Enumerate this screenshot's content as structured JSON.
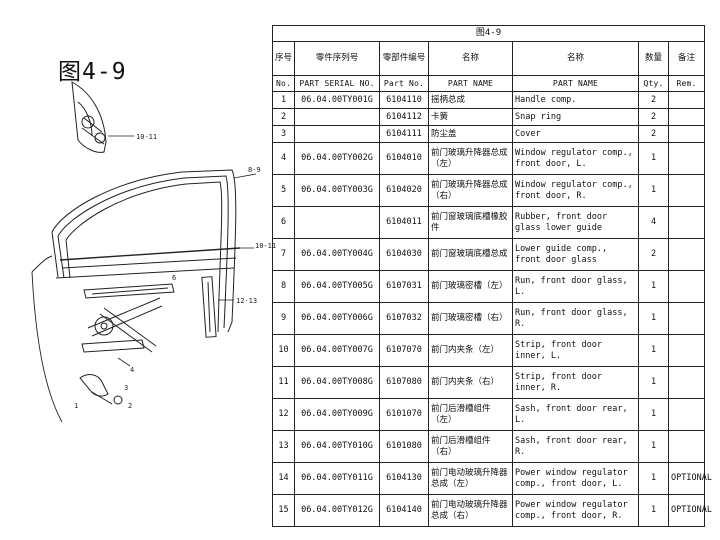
{
  "figure_label": "图4-9",
  "table": {
    "title": "图4-9",
    "header_cn": [
      "序号",
      "零件序列号",
      "零部件编号",
      "名称",
      "名称",
      "数量",
      "备注"
    ],
    "header_en": [
      "No.",
      "PART SERIAL NO.",
      "Part No.",
      "PART NAME",
      "PART NAME",
      "Qty.",
      "Rem."
    ],
    "rows": [
      {
        "no": "1",
        "serial": "06.04.00TY001G",
        "part": "6104110",
        "cn": "摇柄总成",
        "en": "Handle comp.",
        "qty": "2",
        "rem": ""
      },
      {
        "no": "2",
        "serial": "",
        "part": "6104112",
        "cn": "卡簧",
        "en": "Snap ring",
        "qty": "2",
        "rem": ""
      },
      {
        "no": "3",
        "serial": "",
        "part": "6104111",
        "cn": "防尘盖",
        "en": "Cover",
        "qty": "2",
        "rem": ""
      },
      {
        "no": "4",
        "serial": "06.04.00TY002G",
        "part": "6104010",
        "cn": "前门玻璃升降器总成（左）",
        "en": "Window regulator comp., front door, L.",
        "qty": "1",
        "rem": ""
      },
      {
        "no": "5",
        "serial": "06.04.00TY003G",
        "part": "6104020",
        "cn": "前门玻璃升降器总成（右）",
        "en": "Window regulator comp., front door, R.",
        "qty": "1",
        "rem": ""
      },
      {
        "no": "6",
        "serial": "",
        "part": "6104011",
        "cn": "前门窗玻璃底槽橡胶件",
        "en": "Rubber, front door glass lower guide",
        "qty": "4",
        "rem": ""
      },
      {
        "no": "7",
        "serial": "06.04.00TY004G",
        "part": "6104030",
        "cn": "前门窗玻璃底槽总成",
        "en": "Lower guide comp., front door glass",
        "qty": "2",
        "rem": ""
      },
      {
        "no": "8",
        "serial": "06.04.00TY005G",
        "part": "6107031",
        "cn": "前门玻璃密槽（左）",
        "en": "Run, front door glass, L.",
        "qty": "1",
        "rem": ""
      },
      {
        "no": "9",
        "serial": "06.04.00TY006G",
        "part": "6107032",
        "cn": "前门玻璃密槽（右）",
        "en": "Run, front door glass, R.",
        "qty": "1",
        "rem": ""
      },
      {
        "no": "10",
        "serial": "06.04.00TY007G",
        "part": "6107070",
        "cn": "前门内夹条（左）",
        "en": "Strip, front door inner, L.",
        "qty": "1",
        "rem": ""
      },
      {
        "no": "11",
        "serial": "06.04.00TY008G",
        "part": "6107080",
        "cn": "前门内夹条（右）",
        "en": "Strip, front door inner, R.",
        "qty": "1",
        "rem": ""
      },
      {
        "no": "12",
        "serial": "06.04.00TY009G",
        "part": "6101070",
        "cn": "前门后滑槽组件（左）",
        "en": "Sash, front door rear, L.",
        "qty": "1",
        "rem": ""
      },
      {
        "no": "13",
        "serial": "06.04.00TY010G",
        "part": "6101080",
        "cn": "前门后滑槽组件（右）",
        "en": "Sash, front door rear, R.",
        "qty": "1",
        "rem": ""
      },
      {
        "no": "14",
        "serial": "06.04.00TY011G",
        "part": "6104130",
        "cn": "前门电动玻璃升降器总成（左）",
        "en": "Power window regulator comp., front door, L.",
        "qty": "1",
        "rem": "OPTIONAL"
      },
      {
        "no": "15",
        "serial": "06.04.00TY012G",
        "part": "6104140",
        "cn": "前门电动玻璃升降器总成（右）",
        "en": "Power window regulator comp., front door, R.",
        "qty": "1",
        "rem": "OPTIONAL"
      }
    ]
  },
  "diagram_callouts": [
    "10-11",
    "8-9",
    "12-13",
    "10-11",
    "6",
    "4",
    "1",
    "3",
    "2"
  ]
}
